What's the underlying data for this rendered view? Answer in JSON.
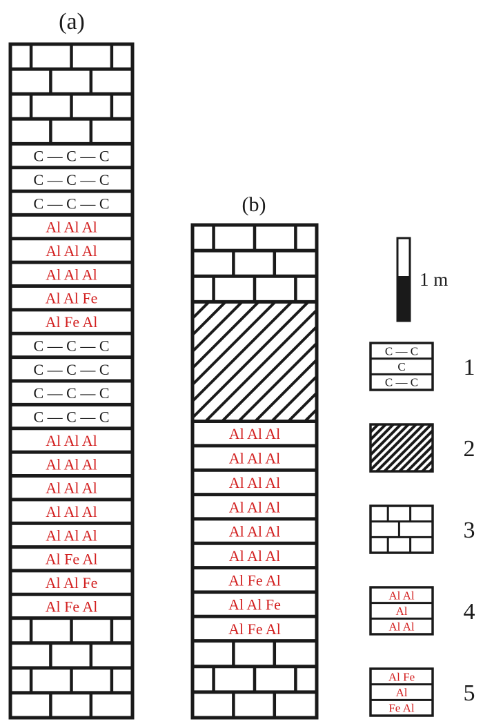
{
  "colors": {
    "ink": "#1a1a1a",
    "element_text": "#d21f1f",
    "background": "#ffffff",
    "scale_black": "#1a1a1a"
  },
  "column_a": {
    "label": "(a)",
    "layers": [
      {
        "type": "limestone"
      },
      {
        "type": "limestone"
      },
      {
        "type": "limestone"
      },
      {
        "type": "limestone"
      },
      {
        "type": "carbon",
        "text": "C — C — C"
      },
      {
        "type": "carbon",
        "text": "C — C — C"
      },
      {
        "type": "carbon",
        "text": "C — C — C"
      },
      {
        "type": "element",
        "text": "Al   Al   Al"
      },
      {
        "type": "element",
        "text": "Al   Al   Al"
      },
      {
        "type": "element",
        "text": "Al   Al   Al"
      },
      {
        "type": "element",
        "text": "Al   Al   Fe"
      },
      {
        "type": "element",
        "text": "Al   Fe   Al"
      },
      {
        "type": "carbon",
        "text": "C — C — C"
      },
      {
        "type": "carbon",
        "text": "C — C — C"
      },
      {
        "type": "carbon",
        "text": "C — C — C"
      },
      {
        "type": "carbon",
        "text": "C — C — C"
      },
      {
        "type": "element",
        "text": "Al   Al   Al"
      },
      {
        "type": "element",
        "text": "Al   Al   Al"
      },
      {
        "type": "element",
        "text": "Al   Al   Al"
      },
      {
        "type": "element",
        "text": "Al   Al   Al"
      },
      {
        "type": "element",
        "text": "Al   Al   Al"
      },
      {
        "type": "element",
        "text": "Al   Fe   Al"
      },
      {
        "type": "element",
        "text": "Al   Al   Fe"
      },
      {
        "type": "element",
        "text": "Al   Fe   Al"
      },
      {
        "type": "limestone"
      },
      {
        "type": "limestone"
      },
      {
        "type": "limestone"
      },
      {
        "type": "limestone"
      }
    ]
  },
  "column_b": {
    "label": "(b)",
    "layers": [
      {
        "type": "limestone"
      },
      {
        "type": "limestone"
      },
      {
        "type": "limestone"
      },
      {
        "type": "hatched"
      },
      {
        "type": "element",
        "text": "Al   Al   Al"
      },
      {
        "type": "element",
        "text": "Al   Al   Al"
      },
      {
        "type": "element",
        "text": "Al   Al   Al"
      },
      {
        "type": "element",
        "text": "Al   Al   Al"
      },
      {
        "type": "element",
        "text": "Al   Al   Al"
      },
      {
        "type": "element",
        "text": "Al   Al   Al"
      },
      {
        "type": "element",
        "text": "Al   Fe   Al"
      },
      {
        "type": "element",
        "text": "Al   Al   Fe"
      },
      {
        "type": "element",
        "text": "Al   Fe   Al"
      },
      {
        "type": "limestone"
      },
      {
        "type": "limestone"
      },
      {
        "type": "limestone"
      }
    ]
  },
  "scale_bar": {
    "label": "1 m"
  },
  "legend": [
    {
      "number": "1",
      "kind": "carbon",
      "rows": [
        "C — C",
        "C",
        "C — C"
      ]
    },
    {
      "number": "2",
      "kind": "hatched",
      "rows": []
    },
    {
      "number": "3",
      "kind": "limestone",
      "rows": []
    },
    {
      "number": "4",
      "kind": "element",
      "rows": [
        "Al  Al",
        "Al",
        "Al  Al"
      ]
    },
    {
      "number": "5",
      "kind": "element",
      "rows": [
        "Al  Fe",
        "Al",
        "Fe  Al"
      ]
    }
  ]
}
